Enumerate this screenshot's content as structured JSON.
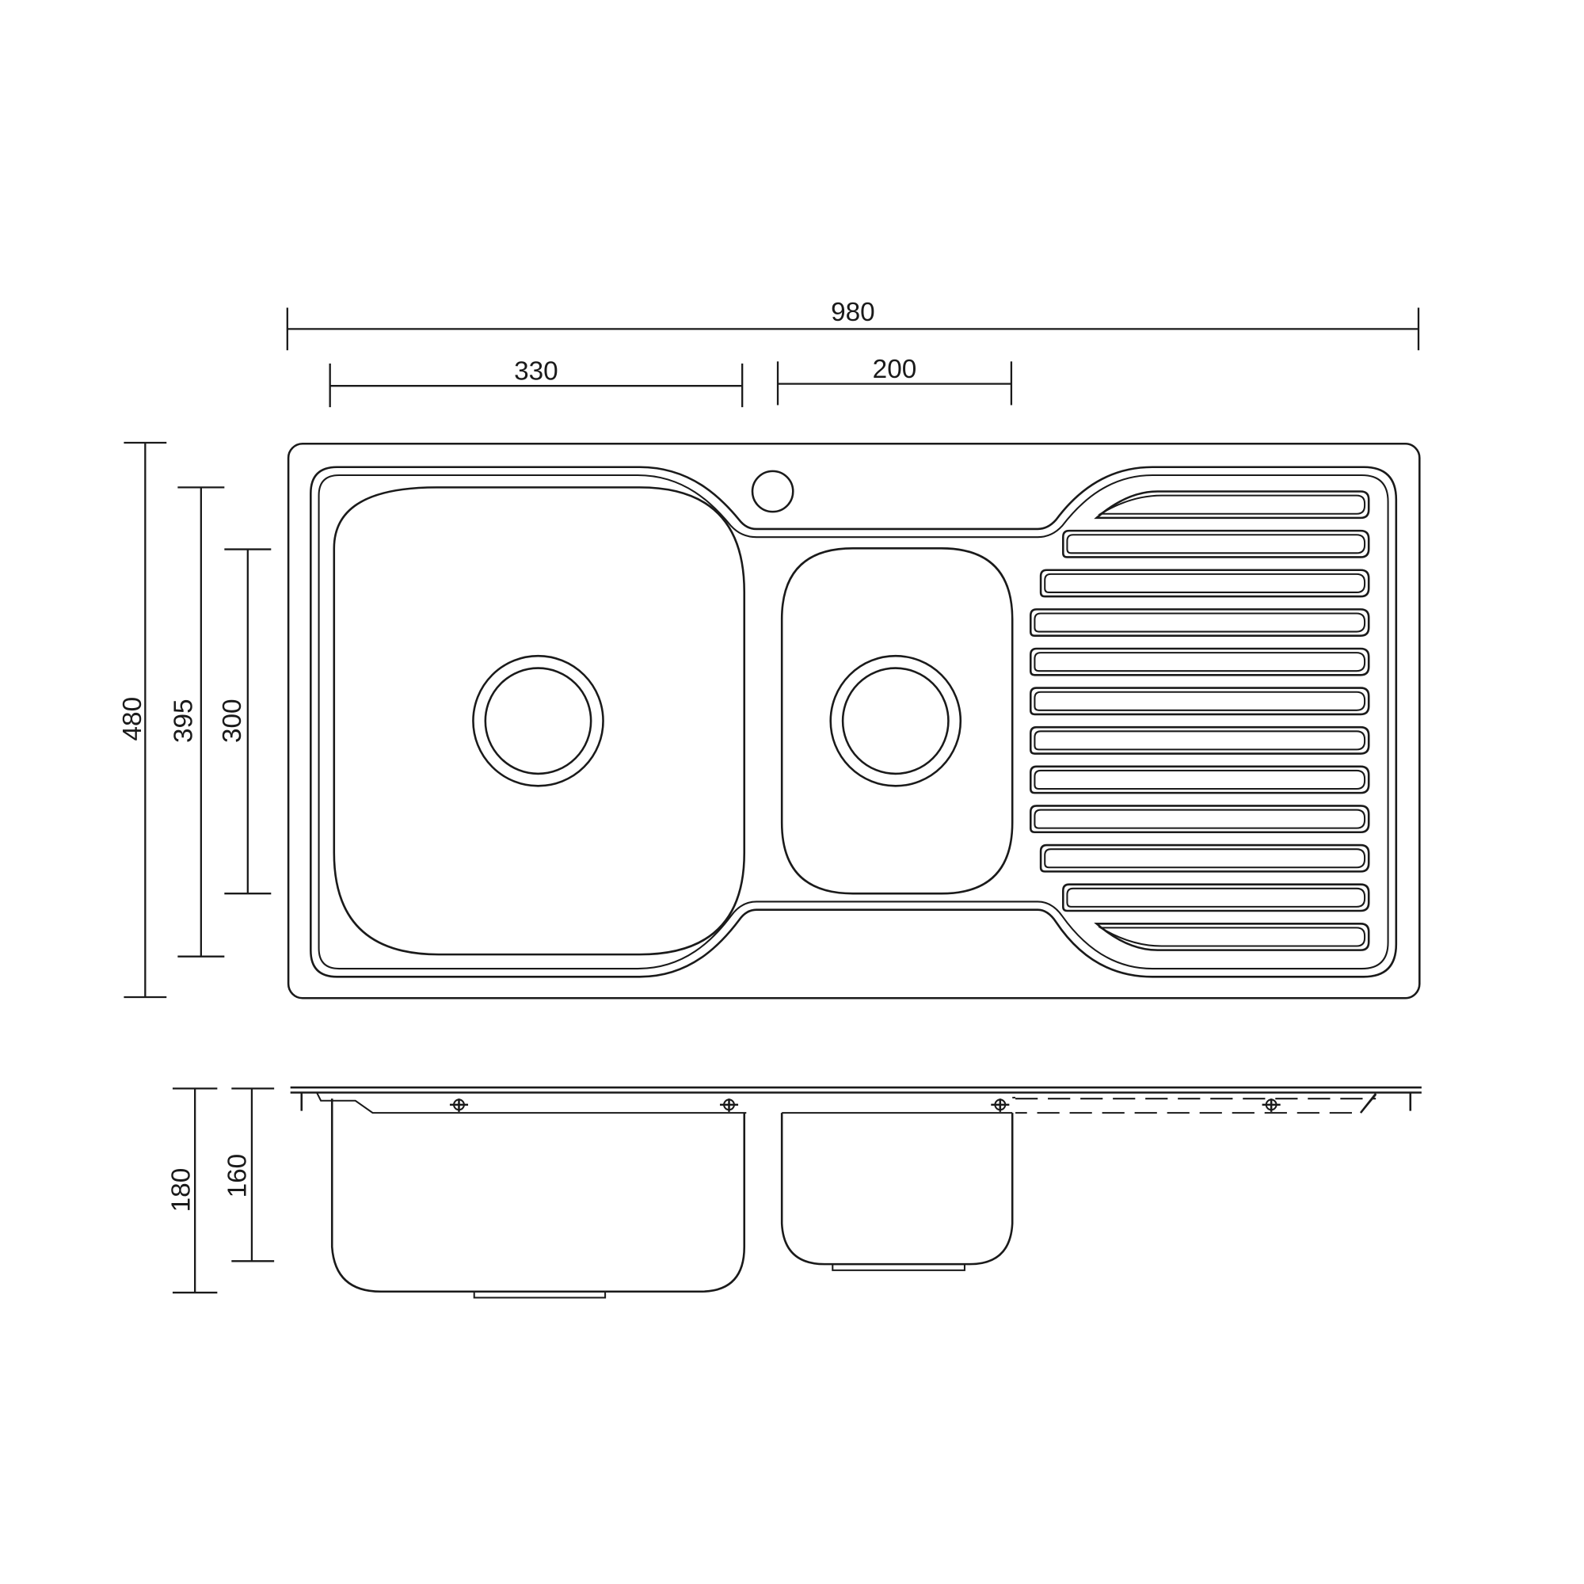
{
  "dimensions": {
    "overall_width": "980",
    "large_bowl_width": "330",
    "small_bowl_width": "200",
    "overall_depth": "480",
    "large_bowl_length": "395",
    "small_bowl_length": "300",
    "large_bowl_height": "180",
    "small_bowl_height": "160"
  },
  "drainer": {
    "groove_count": 12
  },
  "colors": {
    "line": "#1a1a1a",
    "background": "#ffffff"
  }
}
